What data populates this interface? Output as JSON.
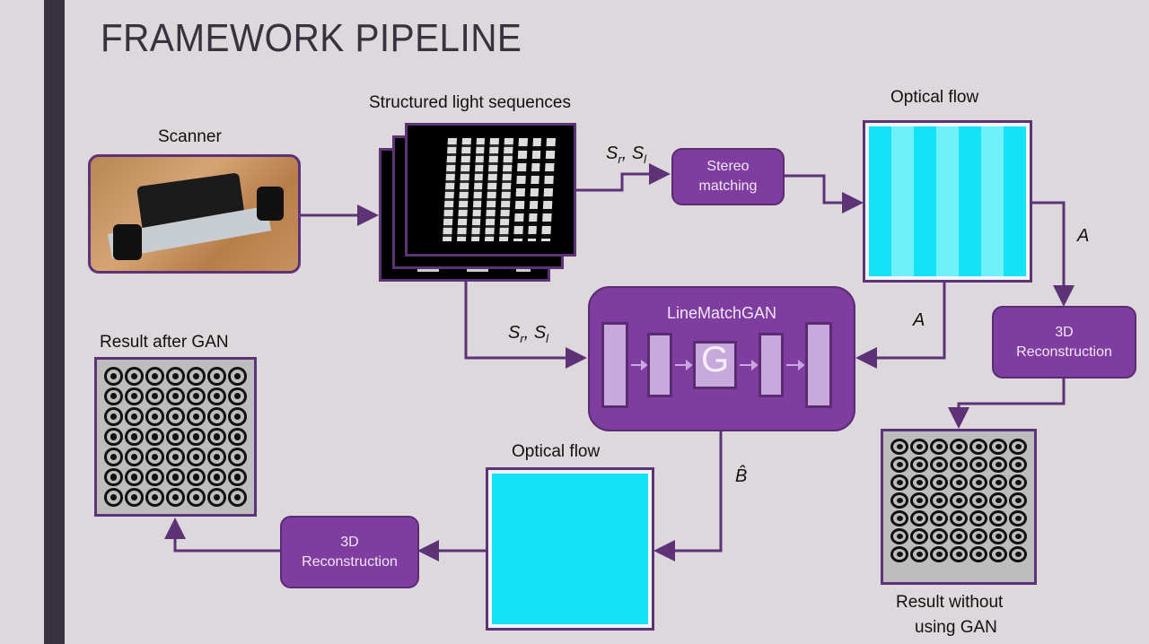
{
  "title": "FRAMEWORK PIPELINE",
  "labels": {
    "scanner": "Scanner",
    "structured_light": "Structured light sequences",
    "optical_flow_top": "Optical flow",
    "optical_flow_bottom": "Optical flow",
    "result_after_gan": "Result after GAN",
    "result_without_gan_line1": "Result without",
    "result_without_gan_line2": "using GAN"
  },
  "math": {
    "sr_sl": {
      "s1": "S",
      "sub1": "r",
      "sep": ", ",
      "s2": "S",
      "sub2": "l"
    },
    "A": "A",
    "B_hat": "B̂"
  },
  "boxes": {
    "stereo_line1": "Stereo",
    "stereo_line2": "matching",
    "recon_line1": "3D",
    "recon_line2": "Reconstruction",
    "gan_title": "LineMatchGAN",
    "gan_core": "G"
  },
  "colors": {
    "purple_box": "#7f3e9f",
    "purple_line": "#5d3277",
    "cyan": "#13e2f7",
    "cyan_light": "#6ff0fb",
    "background": "#dcd8dc"
  }
}
